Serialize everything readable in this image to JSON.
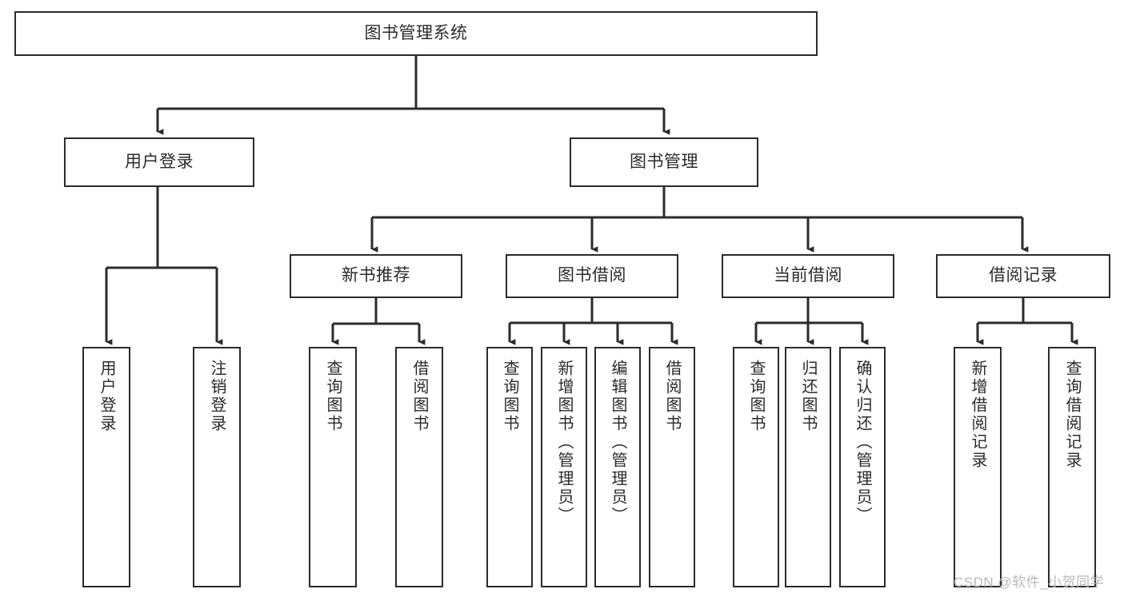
{
  "diagram": {
    "title": "图书管理系统",
    "watermark": "CSDN @软件_小贺同学",
    "colors": {
      "stroke": "#2b2b2b",
      "fill": "#ffffff",
      "text": "#2b2b2b",
      "watermark": "#b9b9b9",
      "background": "#ffffff"
    },
    "nodes": {
      "root": {
        "label": "图书管理系统"
      },
      "level2": [
        {
          "label": "用户登录"
        },
        {
          "label": "图书管理"
        }
      ],
      "level3": [
        {
          "label": "新书推荐"
        },
        {
          "label": "图书借阅"
        },
        {
          "label": "当前借阅"
        },
        {
          "label": "借阅记录"
        }
      ],
      "leaves_user_login": [
        {
          "label": "用户登录"
        },
        {
          "label": "注销登录"
        }
      ],
      "leaves_new_book": [
        {
          "label": "查询图书"
        },
        {
          "label": "借阅图书"
        }
      ],
      "leaves_borrow": [
        {
          "label": "查询图书"
        },
        {
          "label": "新增图书（管理员）"
        },
        {
          "label": "编辑图书（管理员）"
        },
        {
          "label": "借阅图书"
        }
      ],
      "leaves_current": [
        {
          "label": "查询图书"
        },
        {
          "label": "归还图书"
        },
        {
          "label": "确认归还（管理员）"
        }
      ],
      "leaves_record": [
        {
          "label": "新增借阅记录"
        },
        {
          "label": "查询借阅记录"
        }
      ]
    }
  }
}
